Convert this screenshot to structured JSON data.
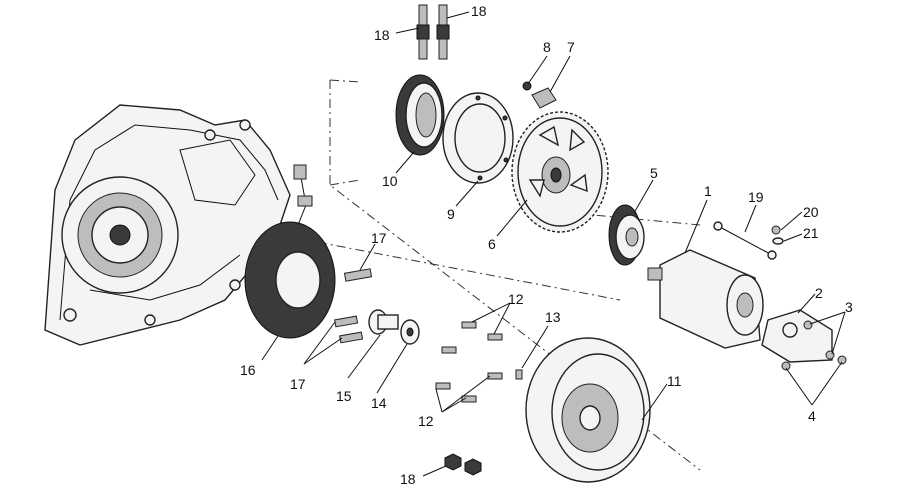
{
  "callouts": [
    "1",
    "2",
    "3",
    "4",
    "5",
    "6",
    "7",
    "8",
    "9",
    "10",
    "11",
    "12",
    "13",
    "14",
    "15",
    "16",
    "17",
    "18",
    "19",
    "20",
    "21"
  ],
  "labels": {
    "l18a": "18",
    "l18b": "18",
    "l8": "8",
    "l7": "7",
    "l10": "10",
    "l9": "9",
    "l6": "6",
    "l5": "5",
    "l1": "1",
    "l19": "19",
    "l20": "20",
    "l21": "21",
    "l2": "2",
    "l3": "3",
    "l4": "4",
    "l17a": "17",
    "l16": "16",
    "l17b": "17",
    "l15": "15",
    "l14": "14",
    "l12a": "12",
    "l13": "13",
    "l12b": "12",
    "l11": "11",
    "l18c": "18"
  }
}
